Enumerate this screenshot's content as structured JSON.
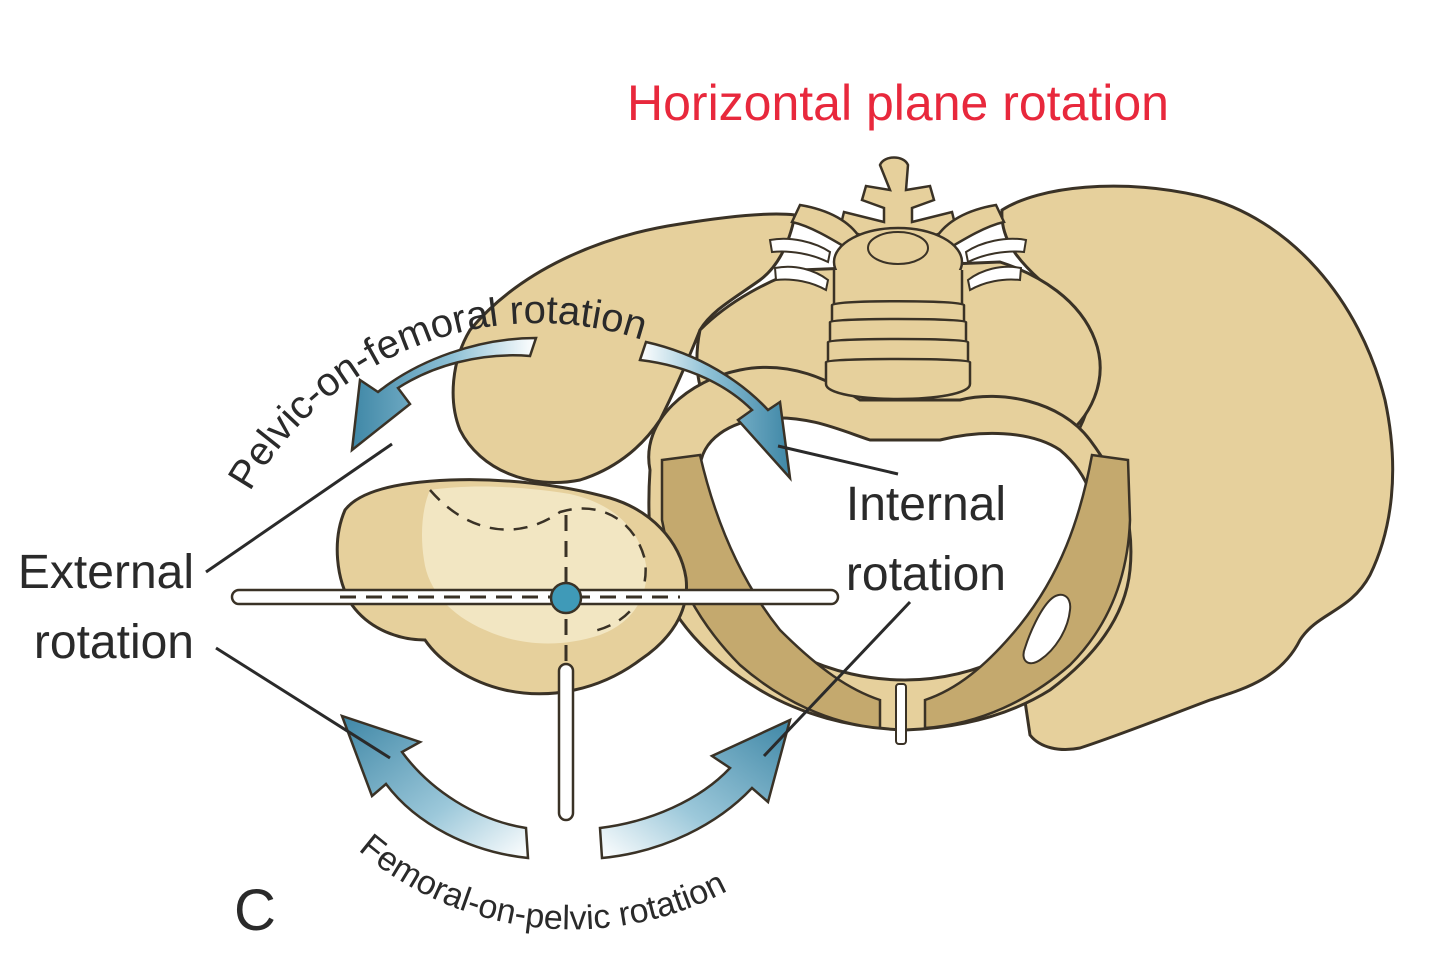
{
  "title": "Horizontal plane rotation",
  "labels": {
    "pelvic_on_femoral": "Pelvic-on-femoral rotation",
    "femoral_on_pelvic": "Femoral-on-pelvic rotation",
    "external_line1": "External",
    "external_line2": "rotation",
    "internal_line1": "Internal",
    "internal_line2": "rotation",
    "panel_letter": "C"
  },
  "colors": {
    "title": "#e8283c",
    "bone": "#e6d09c",
    "bone_shadow": "#c4a96e",
    "bone_light": "#f2e6c2",
    "outline": "#3a3226",
    "arrow": "#3f87a6",
    "arrow_light": "#ffffff",
    "pivot": "#3f9ab8",
    "text": "#2a2a2a"
  }
}
